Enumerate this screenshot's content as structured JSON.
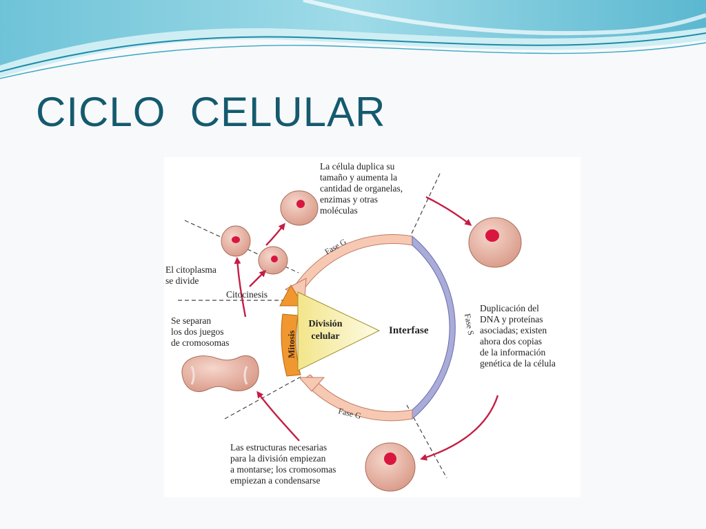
{
  "slide": {
    "title": "CICLO  CELULAR",
    "title_color": "#155a6e",
    "wave_colors": [
      "#8fd8e6",
      "#3aa6c2",
      "#1d8aa6"
    ]
  },
  "diagram": {
    "center": {
      "division_line1": "División",
      "division_line2": "celular",
      "interphase": "Interfase",
      "mitosis": "Mitosis",
      "cytokinesis": "Citocinesis"
    },
    "phases": {
      "g1": "Fase G",
      "s": "Fase S",
      "g2": "Fase G"
    },
    "notes": {
      "g1_growth": "La célula duplica su\ntamaño y aumenta la\ncantidad de organelas,\nenzimas y otras\nmoléculas",
      "s_phase": "Duplicación del\nDNA y proteínas\nasociadas; existen\nahora dos copias\nde la información\ngenética de la célula",
      "g2_prep": "Las estructuras necesarias\npara la división empiezan\na montarse; los cromosomas\nempiezan a condensarse",
      "cytoplasm": "El citoplasma\nse divide",
      "chromosomes": "Se separan\nlos dos juegos\nde cromosomas"
    },
    "colors": {
      "g_phase_band": "#f7c9b3",
      "s_phase_band": "#a9abd9",
      "mitosis_band": "#f0972f",
      "cell_body": "#e7b3a5",
      "nucleus": "#d8163f",
      "arrow_red": "#c41e44",
      "wedge_yellow": "#f8f2b3"
    }
  }
}
